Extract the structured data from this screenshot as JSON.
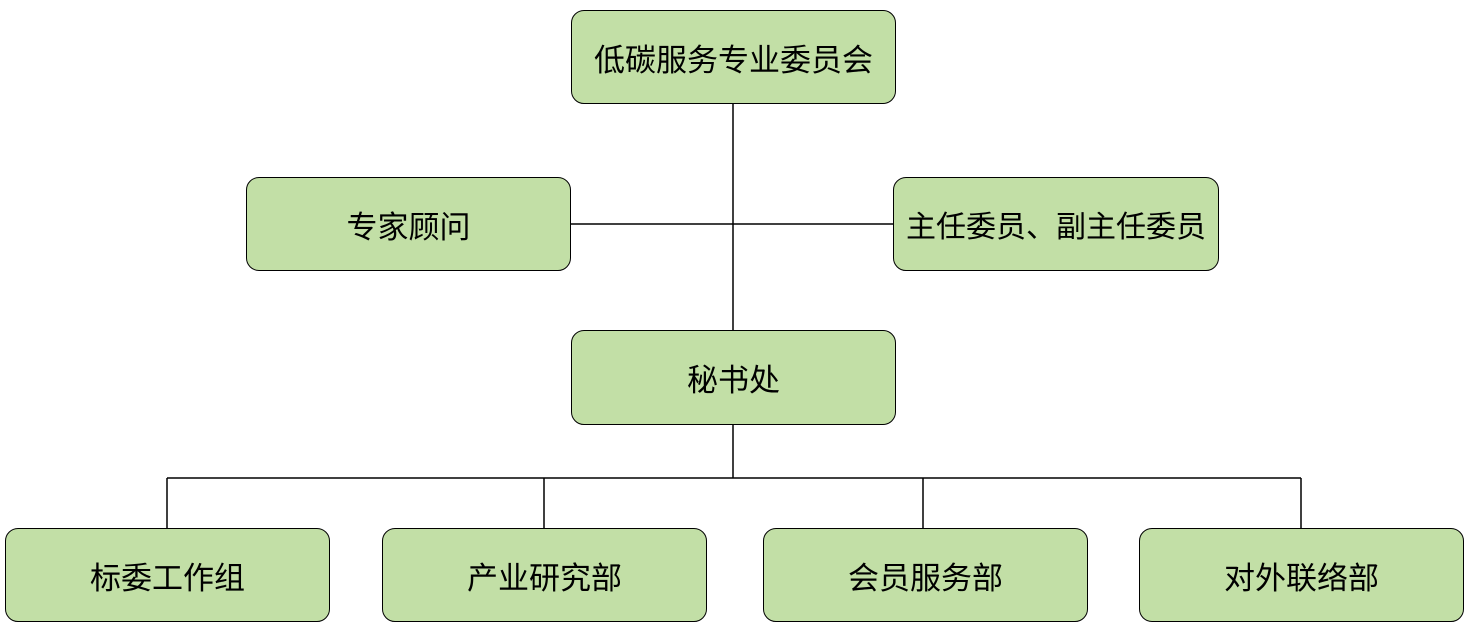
{
  "diagram": {
    "root": {
      "label": "低碳服务专业委员会"
    },
    "advisors": {
      "label": "专家顾问"
    },
    "leadership": {
      "label": "主任委员、副主任委员"
    },
    "secretariat": {
      "label": "秘书处"
    },
    "departments": [
      {
        "label": "标委工作组"
      },
      {
        "label": "产业研究部"
      },
      {
        "label": "会员服务部"
      },
      {
        "label": "对外联络部"
      }
    ]
  },
  "colors": {
    "node_fill": "#c2dfa6",
    "node_border": "#000000",
    "connector": "#000000"
  }
}
